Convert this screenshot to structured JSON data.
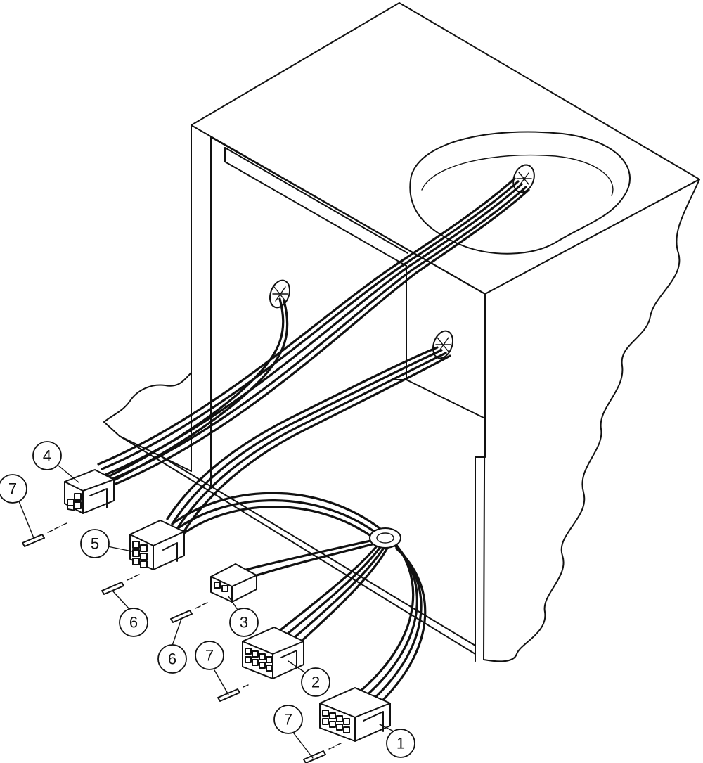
{
  "callouts": [
    {
      "id": "c1",
      "label": "1"
    },
    {
      "id": "c2",
      "label": "2"
    },
    {
      "id": "c3",
      "label": "3"
    },
    {
      "id": "c4",
      "label": "4"
    },
    {
      "id": "c5",
      "label": "5"
    },
    {
      "id": "c6a",
      "label": "6"
    },
    {
      "id": "c6b",
      "label": "6"
    },
    {
      "id": "c7a",
      "label": "7"
    },
    {
      "id": "c7b",
      "label": "7"
    },
    {
      "id": "c7c",
      "label": "7"
    }
  ]
}
